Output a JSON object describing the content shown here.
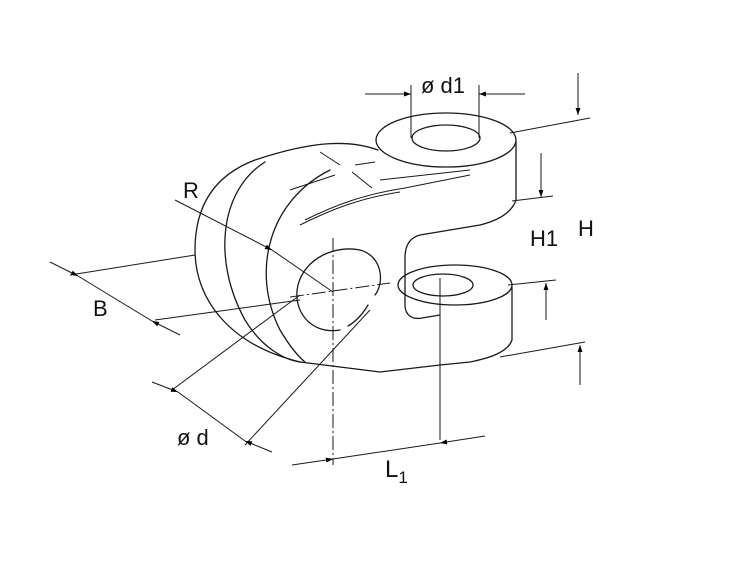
{
  "drawing": {
    "subject": "clevis fork head isometric dimension drawing",
    "line_color": "#1a1a1a",
    "background": "#ffffff"
  },
  "labels": {
    "d1": "ø d1",
    "H1": "H1",
    "H": "H",
    "R": "R",
    "B": "B",
    "d": "ø d",
    "L1_main": "L",
    "L1_sub": "1"
  }
}
